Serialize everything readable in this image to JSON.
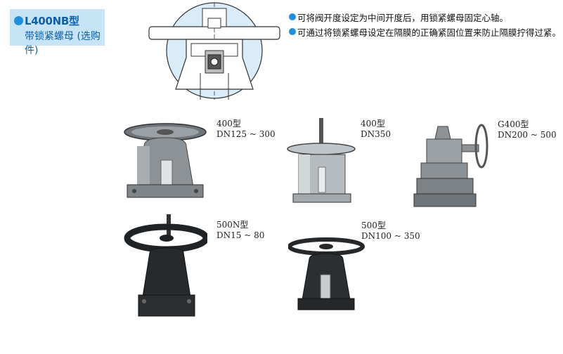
{
  "header": {
    "title": "L400NB型",
    "subtitle": "带锁紧螺母 (选购件)"
  },
  "notes": [
    "可将阀开度设定为中间开度后，用锁紧螺母固定心轴。",
    "可通过将锁紧螺母设定在隔膜的正确紧固位置来防止隔膜拧得过紧。"
  ],
  "products": [
    {
      "model": "400型",
      "range": "DN125 ~ 300"
    },
    {
      "model": "400型",
      "range": "DN350"
    },
    {
      "model": "G400型",
      "range": "DN200 ~ 500"
    },
    {
      "model": "500N型",
      "range": "DN15 ~ 80"
    },
    {
      "model": "500型",
      "range": "DN100 ~ 350"
    }
  ],
  "colors": {
    "accent": "#1e8fd8",
    "header_bg": "#c6e4f6",
    "diagram_bg": "#d9ecf7"
  }
}
